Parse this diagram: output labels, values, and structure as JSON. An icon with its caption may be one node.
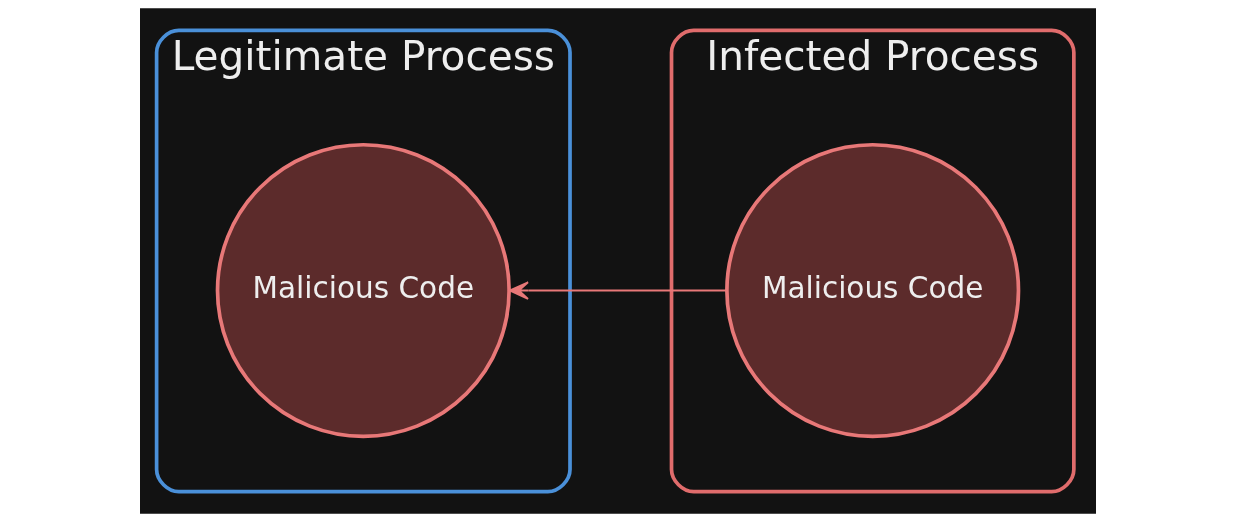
{
  "diagram": {
    "nodes": [
      {
        "text": [
          "Legitimate Process"
        ]
      },
      {
        "text": [
          "Malicious Code"
        ],
        "in": 0
      },
      {
        "text": [
          "Infected Process"
        ]
      },
      {
        "text": [
          "Malicious Code"
        ],
        "in": 2
      }
    ],
    "edges": [
      {
        "from": 3,
        "to": 1,
        "arrow": "to"
      }
    ]
  }
}
